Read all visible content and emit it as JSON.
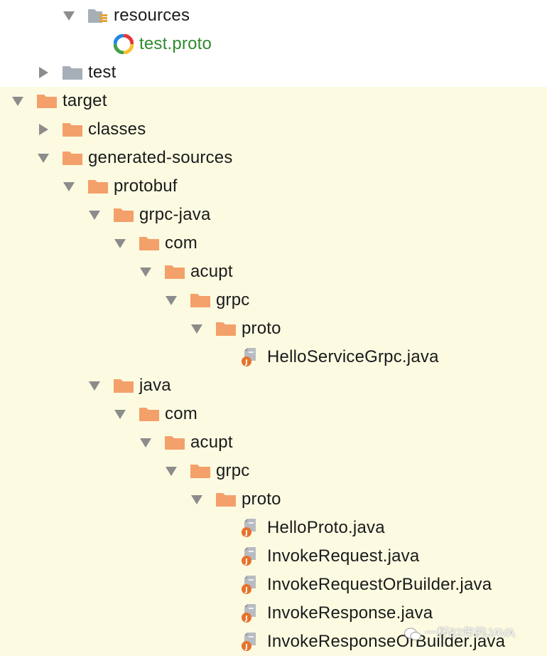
{
  "tree": [
    {
      "label": "resources",
      "icon": "resources-folder-icon",
      "expanded": true
    },
    {
      "label": "test.proto",
      "icon": "proto-file-icon"
    },
    {
      "label": "test",
      "icon": "gray-folder-icon",
      "expanded": false
    },
    {
      "label": "target",
      "icon": "orange-folder-icon",
      "expanded": true
    },
    {
      "label": "classes",
      "icon": "orange-folder-icon",
      "expanded": false
    },
    {
      "label": "generated-sources",
      "icon": "orange-folder-icon",
      "expanded": true
    },
    {
      "label": "protobuf",
      "icon": "orange-folder-icon",
      "expanded": true
    },
    {
      "label": "grpc-java",
      "icon": "orange-folder-icon",
      "expanded": true
    },
    {
      "label": "com",
      "icon": "orange-folder-icon",
      "expanded": true
    },
    {
      "label": "acupt",
      "icon": "orange-folder-icon",
      "expanded": true
    },
    {
      "label": "grpc",
      "icon": "orange-folder-icon",
      "expanded": true
    },
    {
      "label": "proto",
      "icon": "orange-folder-icon",
      "expanded": true
    },
    {
      "label": "HelloServiceGrpc.java",
      "icon": "java-file-icon"
    },
    {
      "label": "java",
      "icon": "orange-folder-icon",
      "expanded": true
    },
    {
      "label": "com",
      "icon": "orange-folder-icon",
      "expanded": true
    },
    {
      "label": "acupt",
      "icon": "orange-folder-icon",
      "expanded": true
    },
    {
      "label": "grpc",
      "icon": "orange-folder-icon",
      "expanded": true
    },
    {
      "label": "proto",
      "icon": "orange-folder-icon",
      "expanded": true
    },
    {
      "label": "HelloProto.java",
      "icon": "java-file-icon"
    },
    {
      "label": "InvokeRequest.java",
      "icon": "java-file-icon"
    },
    {
      "label": "InvokeRequestOrBuilder.java",
      "icon": "java-file-icon"
    },
    {
      "label": "InvokeResponse.java",
      "icon": "java-file-icon"
    },
    {
      "label": "InvokeResponseOrBuilder.java",
      "icon": "java-file-icon"
    }
  ],
  "watermark": "一杯82年的JAVA",
  "colors": {
    "excluded_background": "#fcfbe2",
    "folder_orange": "#f4a06a",
    "folder_gray": "#a6afb8",
    "proto_label_green": "#2e8b2e"
  }
}
